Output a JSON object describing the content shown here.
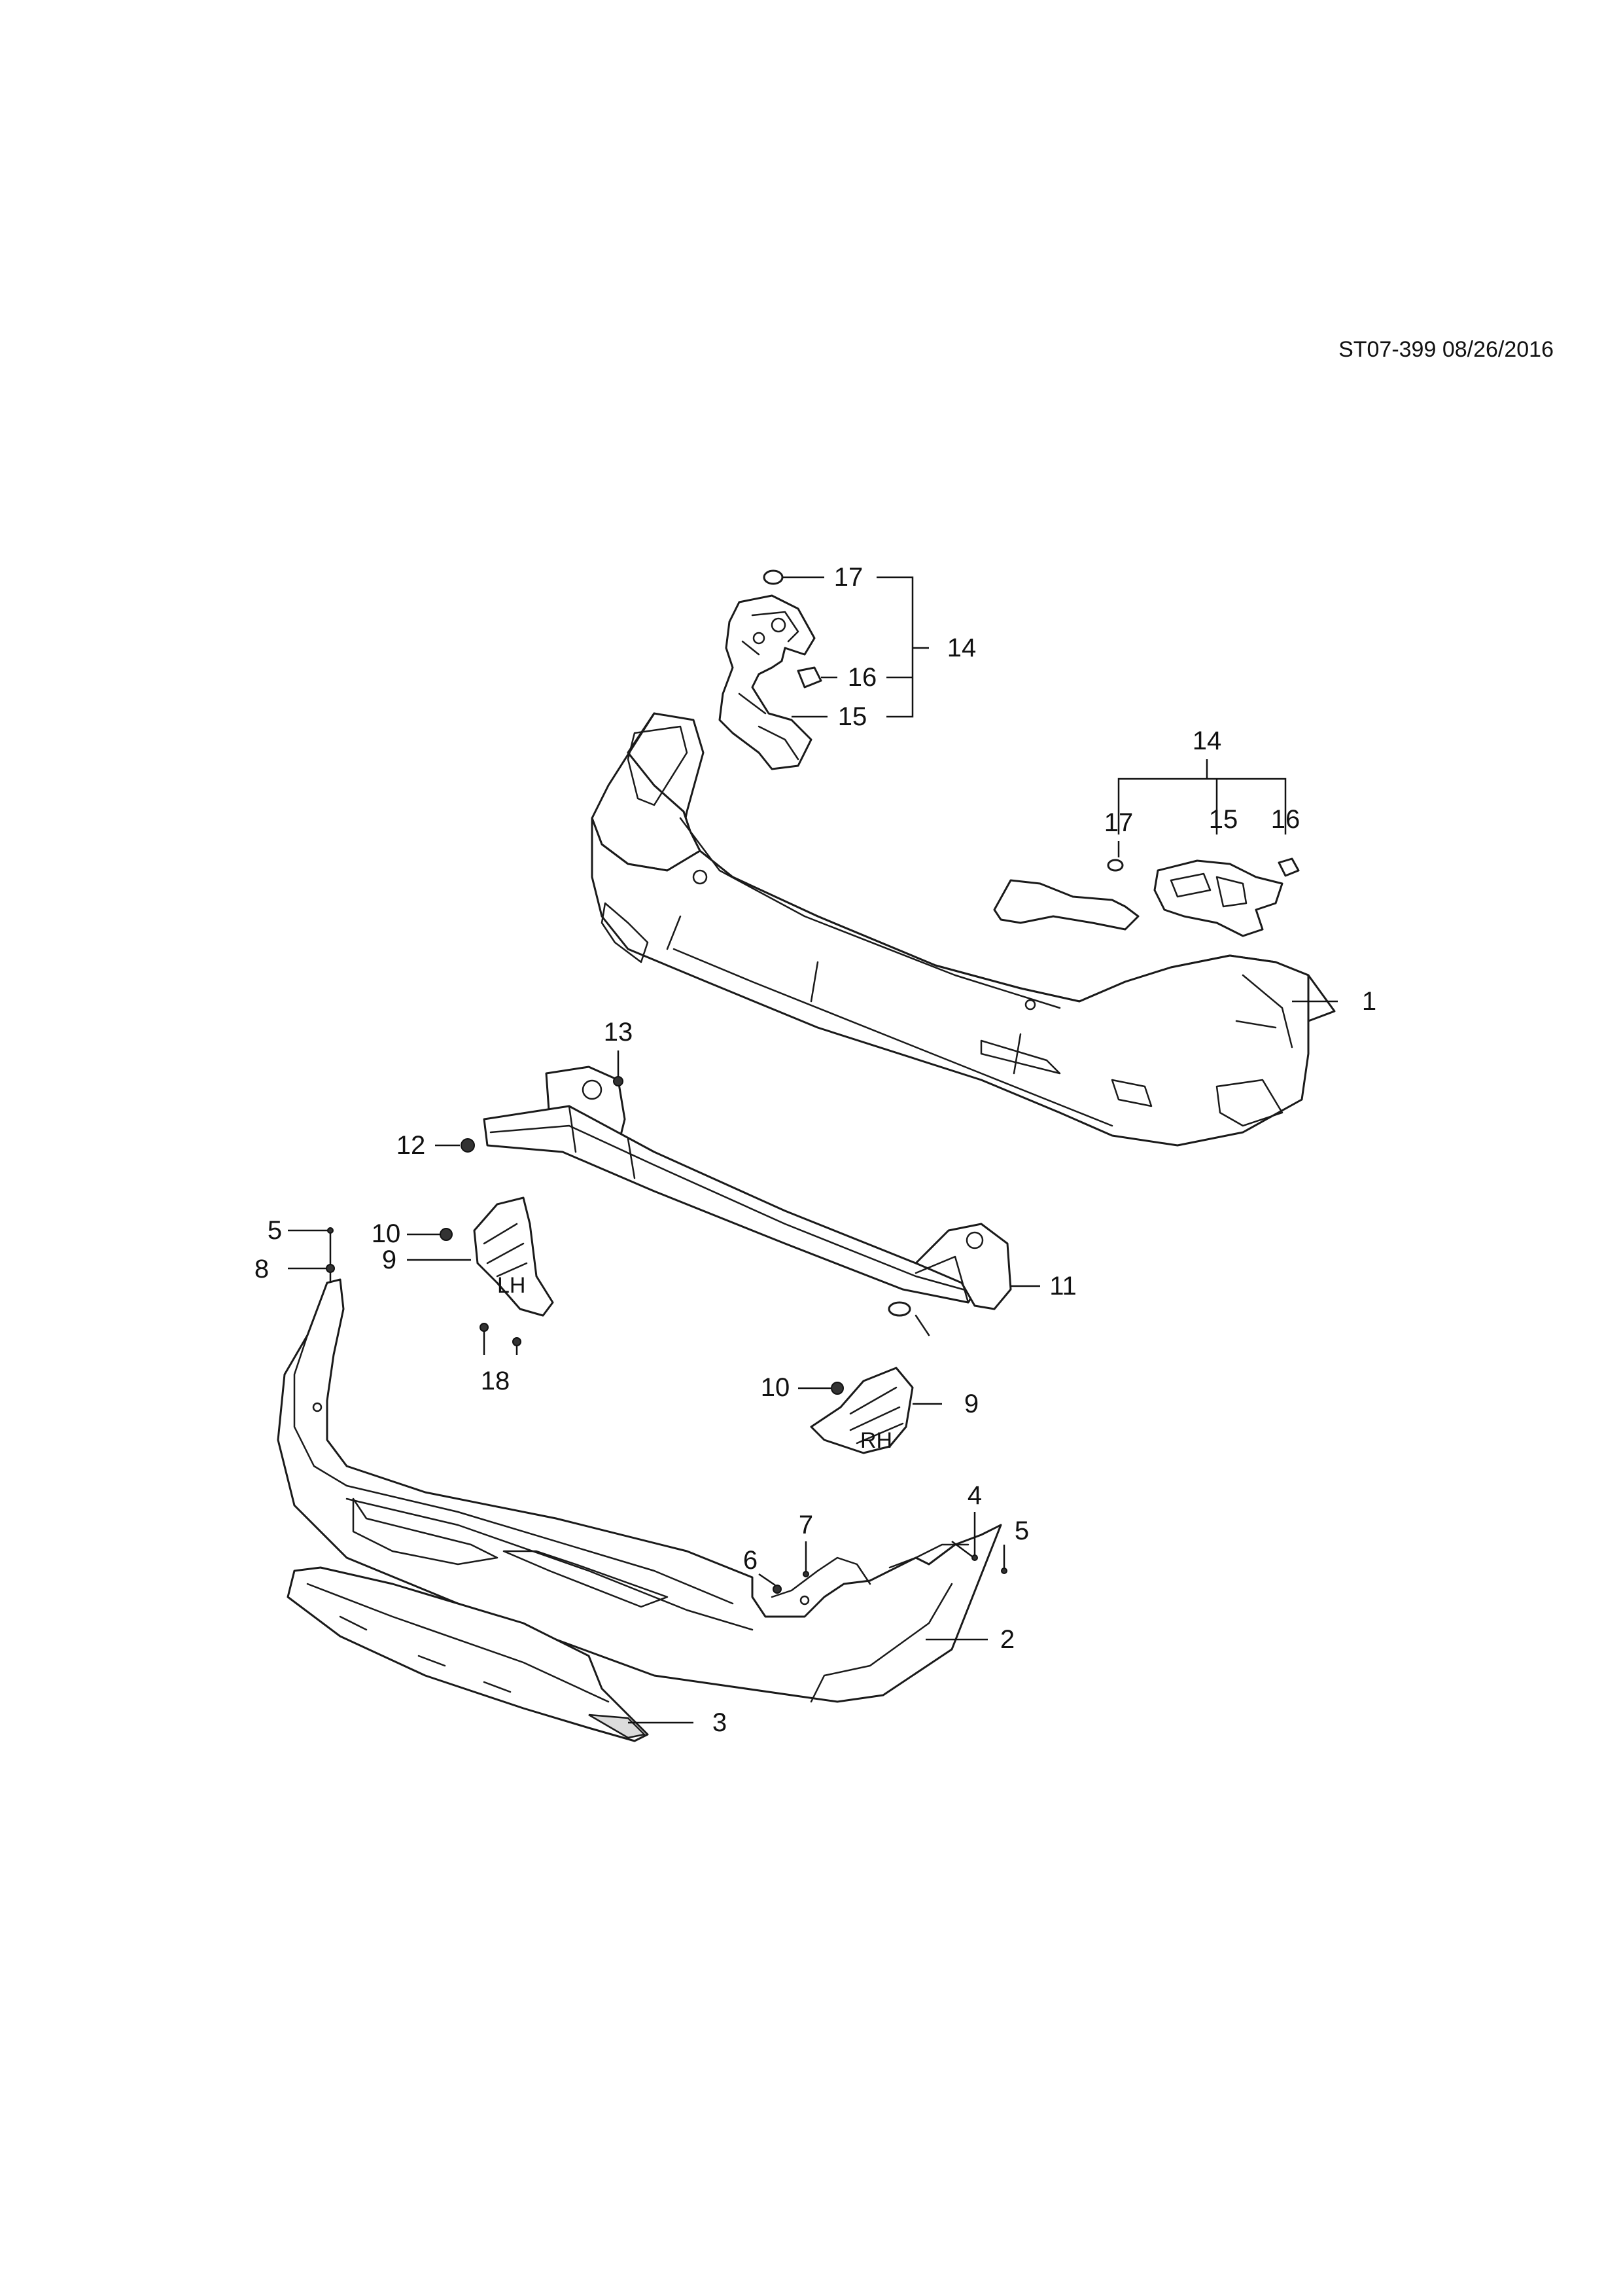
{
  "document": {
    "code_date": "ST07-399 08/26/2016"
  },
  "callouts": {
    "c1": "1",
    "c2": "2",
    "c3": "3",
    "c4": "4",
    "c5a": "5",
    "c5b": "5",
    "c6": "6",
    "c7": "7",
    "c8": "8",
    "c9a": "9",
    "c9b": "9",
    "c10a": "10",
    "c10b": "10",
    "c11": "11",
    "c12": "12",
    "c13": "13",
    "c14a": "14",
    "c14b": "14",
    "c15a": "15",
    "c15b": "15",
    "c16a": "16",
    "c16b": "16",
    "c17a": "17",
    "c17b": "17",
    "c18": "18"
  },
  "part_marks": {
    "lh_mark": "LH",
    "rh_mark": "RH"
  }
}
